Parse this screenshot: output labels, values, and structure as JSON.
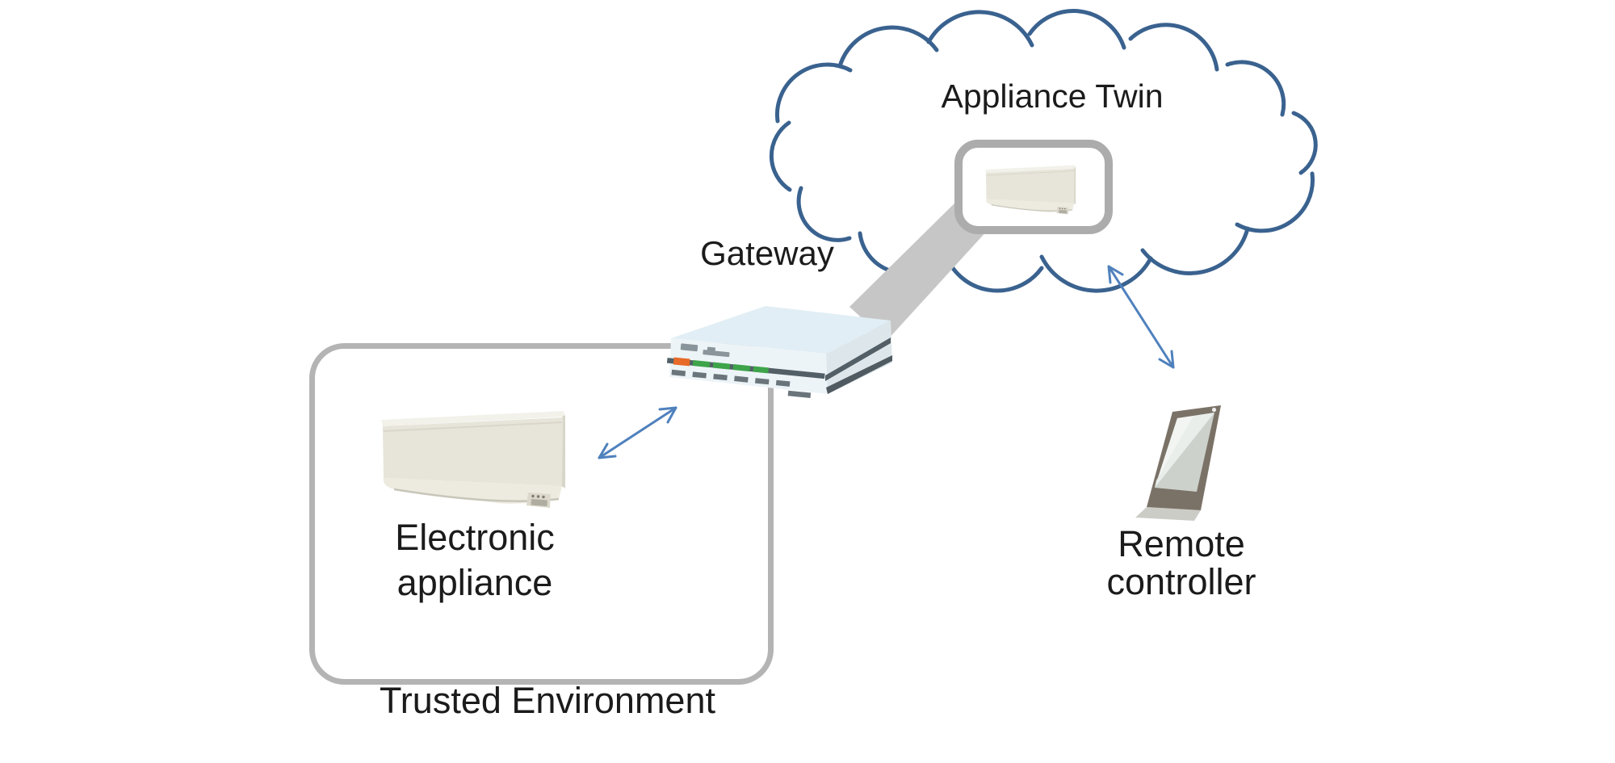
{
  "diagram": {
    "cloud": {
      "label": "Appliance Twin"
    },
    "gateway": {
      "label": "Gateway"
    },
    "trusted_environment": {
      "label": "Trusted Environment"
    },
    "electronic_appliance": {
      "label": "Electronic appliance"
    },
    "remote_controller": {
      "label": "Remote controller"
    },
    "icons": {
      "cloud": "cloud-outline",
      "appliance_twin": "air-conditioner-icon",
      "electronic_appliance": "air-conditioner-icon",
      "gateway": "router-icon",
      "remote_controller": "smartphone-icon"
    },
    "connections": [
      {
        "from": "appliance-twin-box",
        "to": "gateway",
        "style": "thick-gray-band"
      },
      {
        "from": "electronic-appliance",
        "to": "gateway",
        "style": "double-headed-arrow"
      },
      {
        "from": "cloud",
        "to": "remote-controller",
        "style": "double-headed-arrow"
      }
    ],
    "colors": {
      "cloud_outline": "#3A628F",
      "arrow": "#4F81BD",
      "container_border": "#B4B4B4",
      "twin_box_border": "#ACACAC",
      "connector_band": "#C6C6C6",
      "text": "#1B1B1B"
    }
  }
}
